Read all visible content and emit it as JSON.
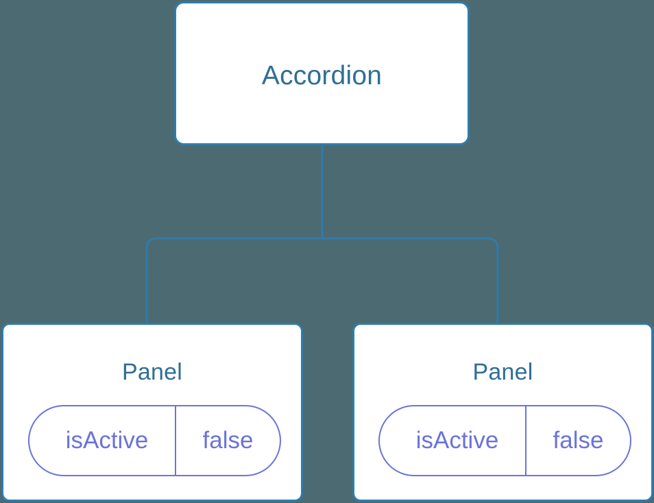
{
  "diagram": {
    "type": "component-tree",
    "background_color": "#4c6a72",
    "node_border_color": "#2f7cab",
    "node_text_color": "#2f6e96",
    "pill_color": "#6a73d9",
    "connector_color": "#2f7cab",
    "root": {
      "label": "Accordion"
    },
    "children": [
      {
        "label": "Panel",
        "state": {
          "key": "isActive",
          "value": "false"
        }
      },
      {
        "label": "Panel",
        "state": {
          "key": "isActive",
          "value": "false"
        }
      }
    ]
  }
}
